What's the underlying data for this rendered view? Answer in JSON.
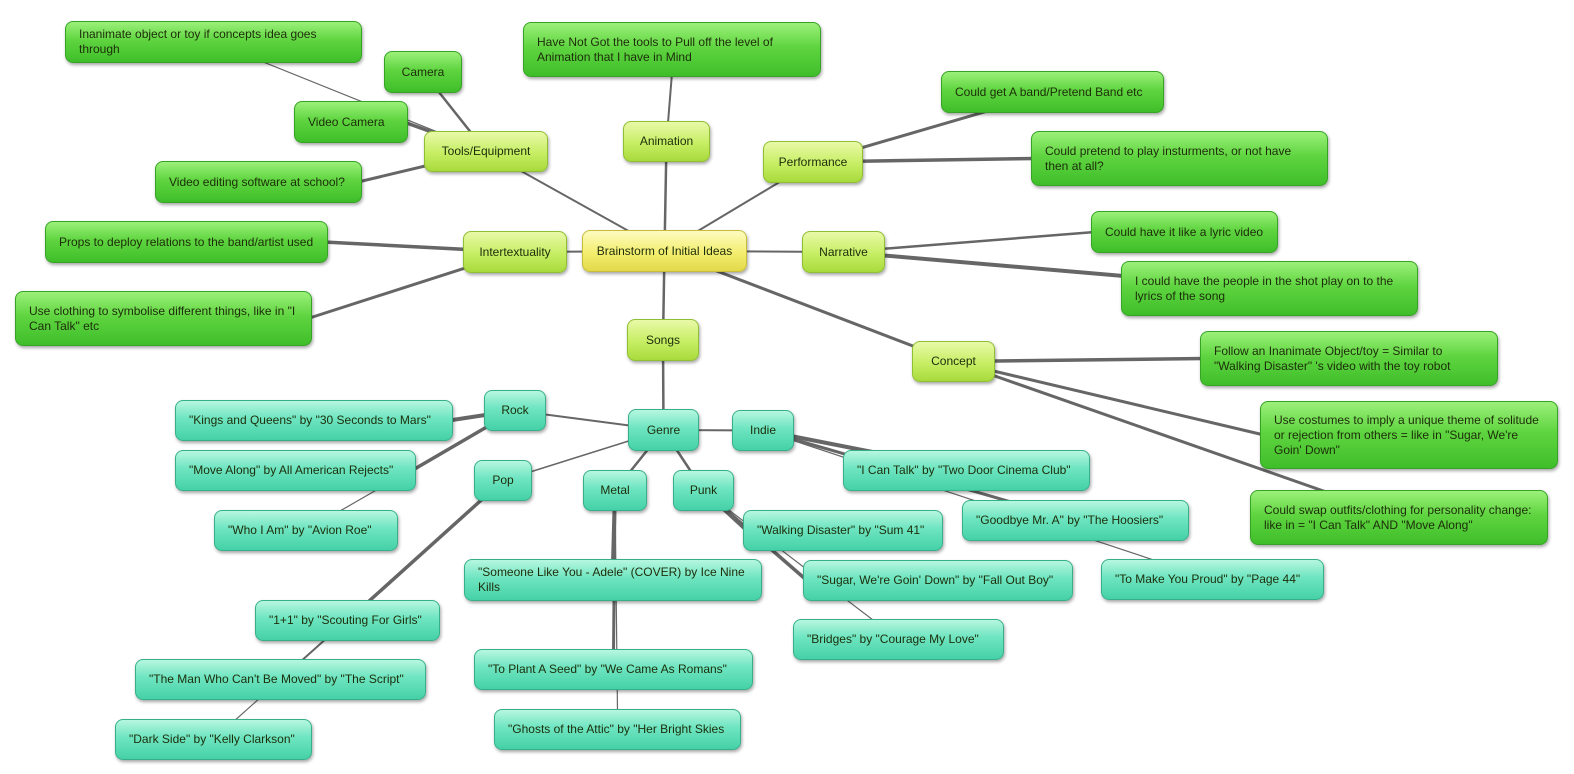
{
  "colors": {
    "root": "#f3ee6e",
    "category": "#c6ee63",
    "idea": "#5fd540",
    "song": "#6ee5c0",
    "line": "#666666"
  },
  "mindmap": {
    "root": "Brainstorm of Initial Ideas",
    "animation": "Animation",
    "animation_note": "Have Not Got the tools to Pull off the level of Animation that I have in Mind",
    "tools": "Tools/Equipment",
    "tools_inanimate": "Inanimate object or toy if concepts idea goes through",
    "tools_camera": "Camera",
    "tools_video_camera": "Video Camera",
    "tools_software": "Video editing software at school?",
    "performance": "Performance",
    "perf_band": "Could get A band/Pretend Band etc",
    "perf_instruments": "Could pretend to play insturments, or not have then at all?",
    "intertextuality": "Intertextuality",
    "inter_props": "Props to deploy relations to the band/artist used",
    "inter_clothing": "Use clothing to symbolise different things, like in \"I Can Talk\" etc",
    "narrative": "Narrative",
    "narr_lyric_video": "Could have it like a lyric video",
    "narr_play_lyrics": "I could have the people in the shot play on to the lyrics of the song",
    "concept": "Concept",
    "concept_object": "Follow an Inanimate Object/toy = Similar to \"Walking Disaster\" 's video with the toy robot",
    "concept_costumes": "Use costumes to imply a unique theme of solitude or rejection from others = like in \"Sugar, We're Goin' Down\"",
    "concept_outfits": "Could swap outfits/clothing for personality change: like in = \"I Can Talk\" AND \"Move Along\"",
    "songs": "Songs",
    "genre": "Genre",
    "rock": "Rock",
    "rock_1": "\"Kings and Queens\" by \"30 Seconds to Mars\"",
    "rock_2": "\"Move Along\" by All American Rejects\"",
    "rock_3": "\"Who I Am\" by \"Avion Roe\"",
    "pop": "Pop",
    "pop_1": "\"1+1\" by \"Scouting For Girls\"",
    "pop_2": "\"The Man Who Can't Be Moved\" by \"The Script\"",
    "pop_3": "\"Dark Side\" by \"Kelly Clarkson\"",
    "metal": "Metal",
    "metal_1": "\"Someone Like You - Adele\" (COVER) by Ice Nine Kills",
    "metal_2": "\"To Plant A Seed\" by \"We Came As Romans\"",
    "metal_3": "\"Ghosts of the Attic\" by \"Her Bright Skies",
    "punk": "Punk",
    "punk_1": "\"Walking Disaster\" by \"Sum 41\"",
    "punk_2": "\"Sugar, We're Goin' Down\" by \"Fall Out Boy\"",
    "punk_3": "\"Bridges\" by \"Courage My Love\"",
    "indie": "Indie",
    "indie_1": "\"I Can Talk\" by \"Two Door Cinema Club\"",
    "indie_2": "\"Goodbye Mr. A\" by \"The Hoosiers\"",
    "indie_3": "\"To Make You Proud\" by \"Page 44\""
  }
}
